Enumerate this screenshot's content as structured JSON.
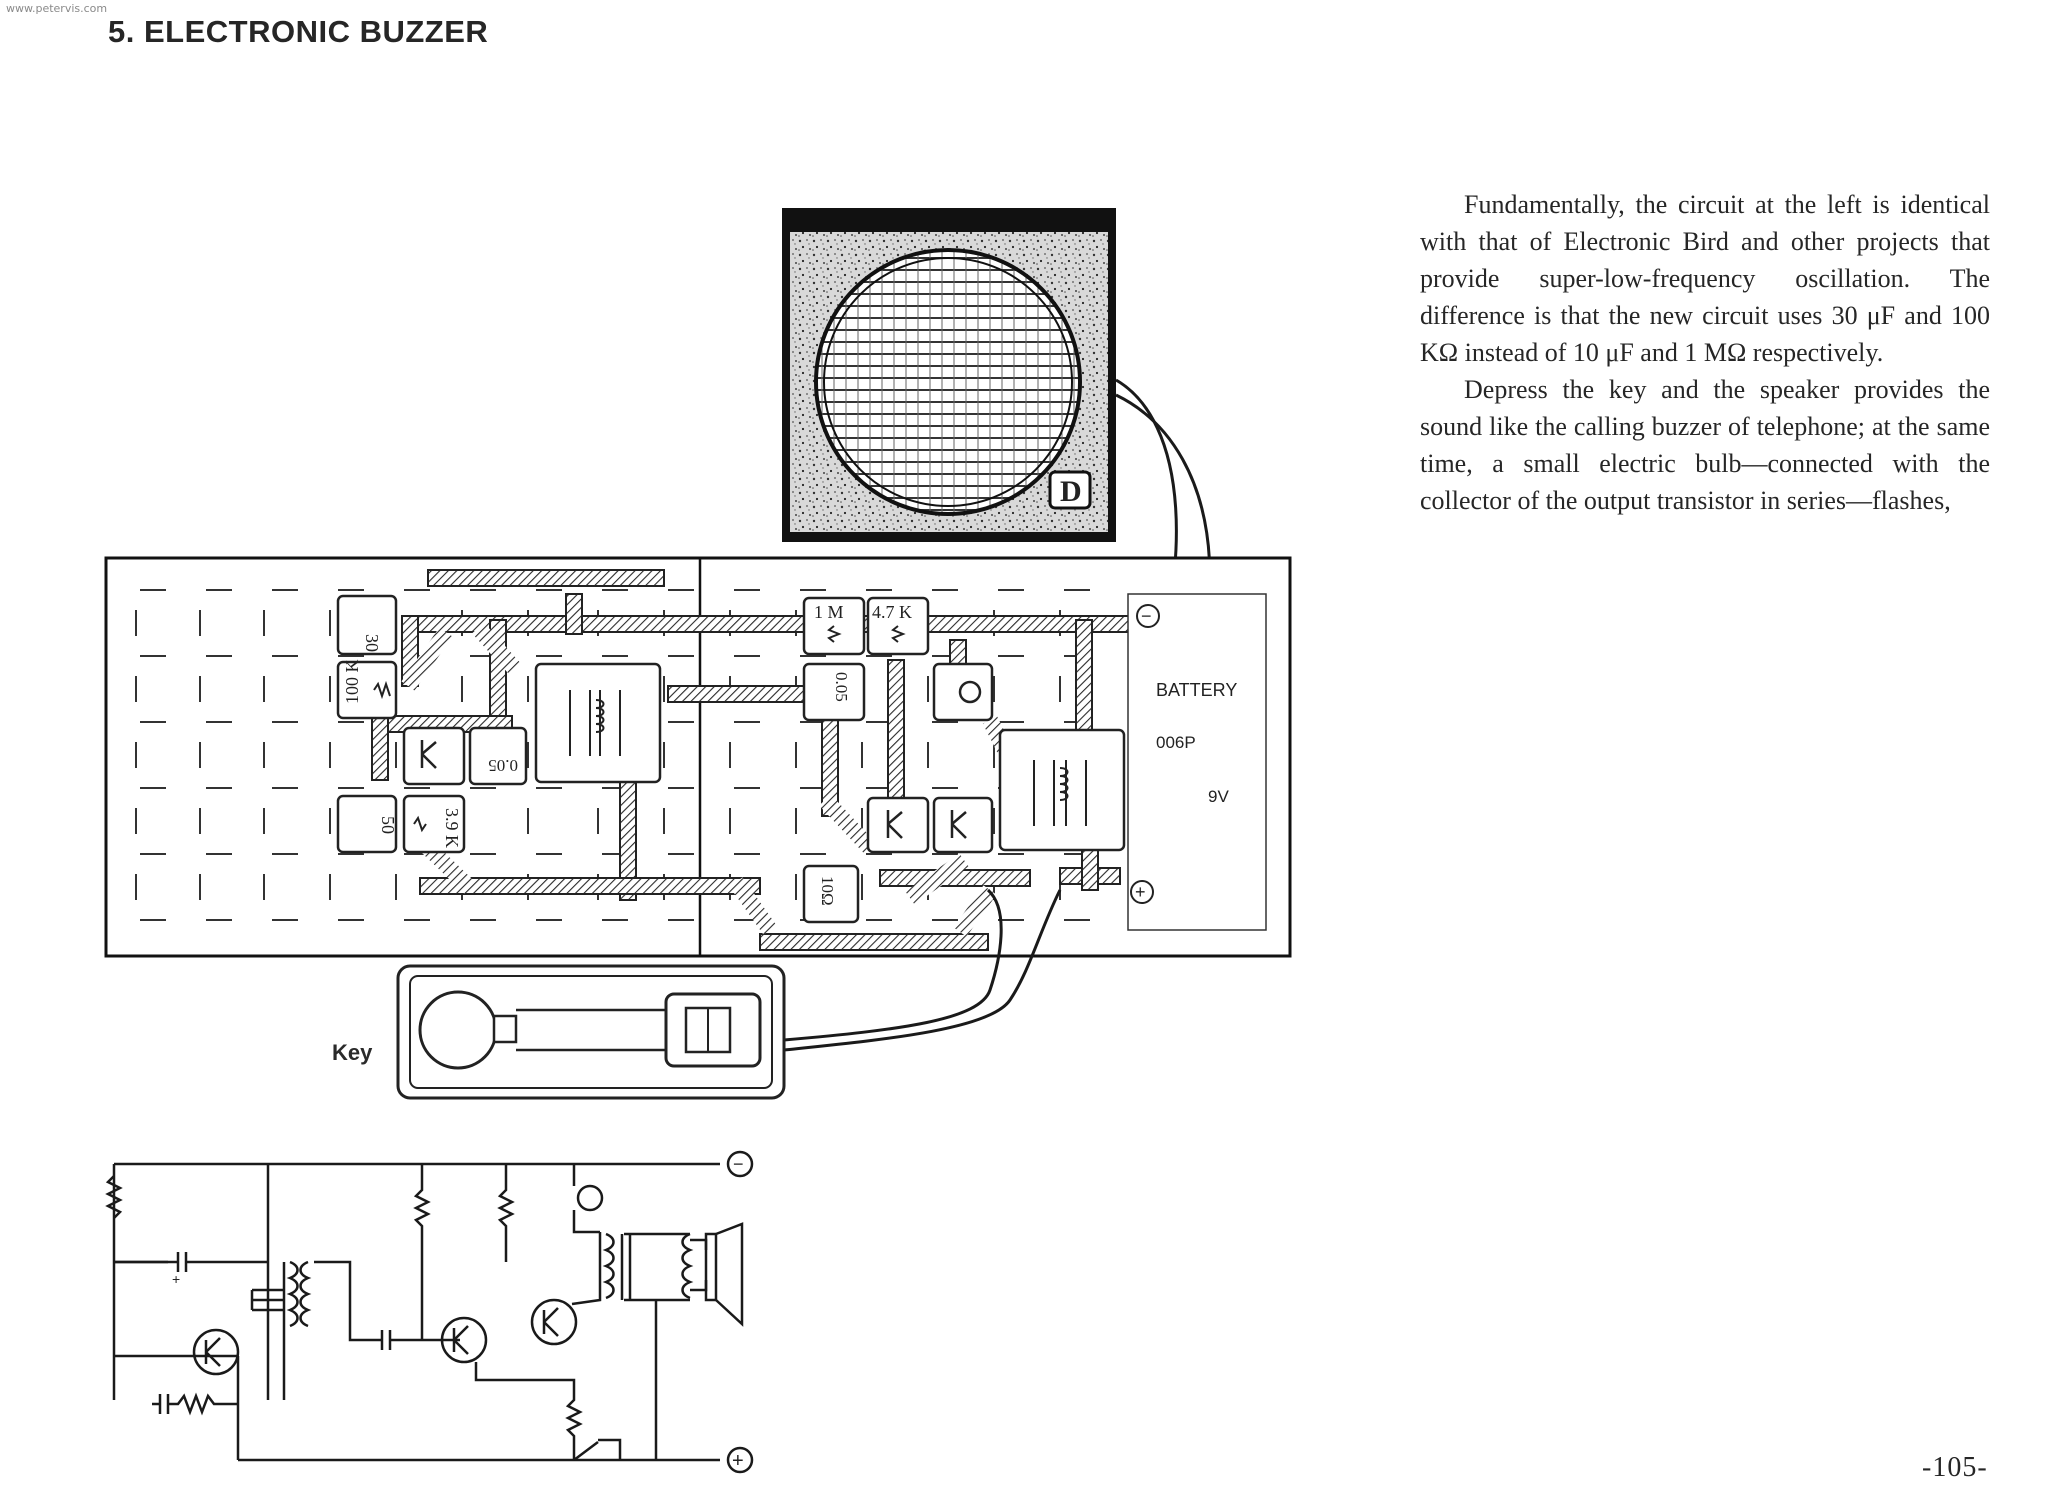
{
  "site": "www.petervis.com",
  "heading": "5.  ELECTRONIC BUZZER",
  "paragraphs": [
    "Fundamentally, the circuit at the left is identical with that of Electronic Bird and other projects that provide super-low-frequency oscillation. The difference is that the new circuit uses 30 μF and 100 KΩ instead of 10 μF and 1 MΩ respectively.",
    "Depress the key and the speaker provides the sound like the calling buzzer of telephone; at the same time, a small electric bulb—connected with the collector of the output transistor in series—flashes,"
  ],
  "key_label": "Key",
  "board_labels": {
    "c30": "30",
    "r100k": "100 K",
    "c005a": "0.05",
    "c50": "50",
    "r39k": "3.9 K",
    "r1m": "1 M",
    "r47k": "4.7 K",
    "c005b": "0.05",
    "r10": "10Ω",
    "battery": "BATTERY",
    "battery_type": "006P",
    "battery_volt": "9V",
    "minus": "−",
    "plus": "+"
  },
  "schematic_labels": {
    "minus": "−",
    "plus": "+",
    "cap_plus": "+"
  },
  "page_number": "-105-",
  "icons": [
    "speaker-icon",
    "battery-icon",
    "key-switch-icon",
    "bulb-icon",
    "transistor-icon",
    "transformer-icon"
  ]
}
